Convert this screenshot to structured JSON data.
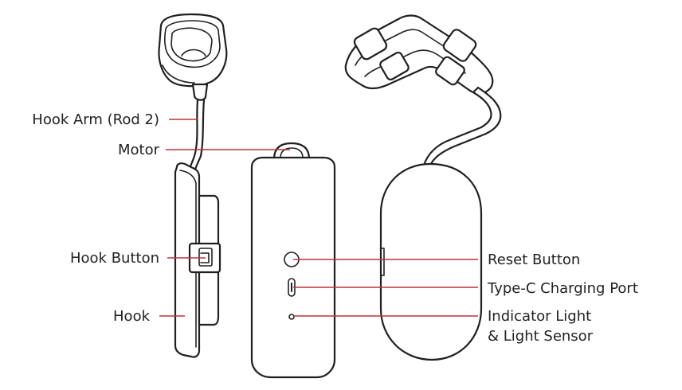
{
  "labels": {
    "hook_arm": "Hook Arm (Rod 2)",
    "motor": "Motor",
    "hook_button": "Hook Button",
    "hook": "Hook",
    "reset_button": "Reset Button",
    "type_c": "Type-C Charging Port",
    "indicator_line1": "Indicator Light",
    "indicator_line2": "& Light Sensor"
  },
  "colors": {
    "leader_line": "#c0303a",
    "outline": "#231f20",
    "text": "#222222"
  }
}
